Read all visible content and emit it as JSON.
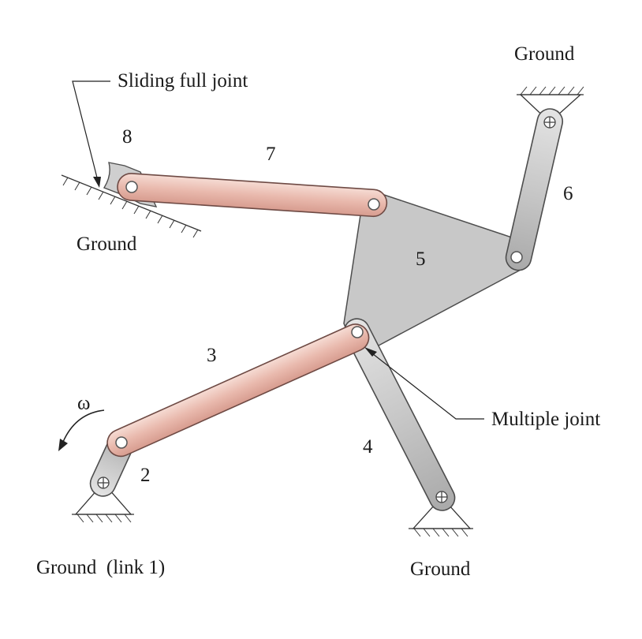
{
  "labels": {
    "sliding_joint": "Sliding full joint",
    "ground_top_right": "Ground",
    "ground_left": "Ground",
    "ground_bottom_left": "Ground  (link 1)",
    "ground_bottom_mid": "Ground",
    "multiple_joint": "Multiple joint",
    "omega": "ω"
  },
  "link_numbers": {
    "l2": "2",
    "l3": "3",
    "l4": "4",
    "l5": "5",
    "l6": "6",
    "l7": "7",
    "l8": "8"
  },
  "colors": {
    "pink_link": "#ecc5bb",
    "pink_edge": "#6e4a44",
    "gray_link": "#cfcfcf",
    "gray_edge": "#4d4d4d",
    "triangle_fill": "#c9c9c9",
    "ink": "#1a1a1a"
  }
}
